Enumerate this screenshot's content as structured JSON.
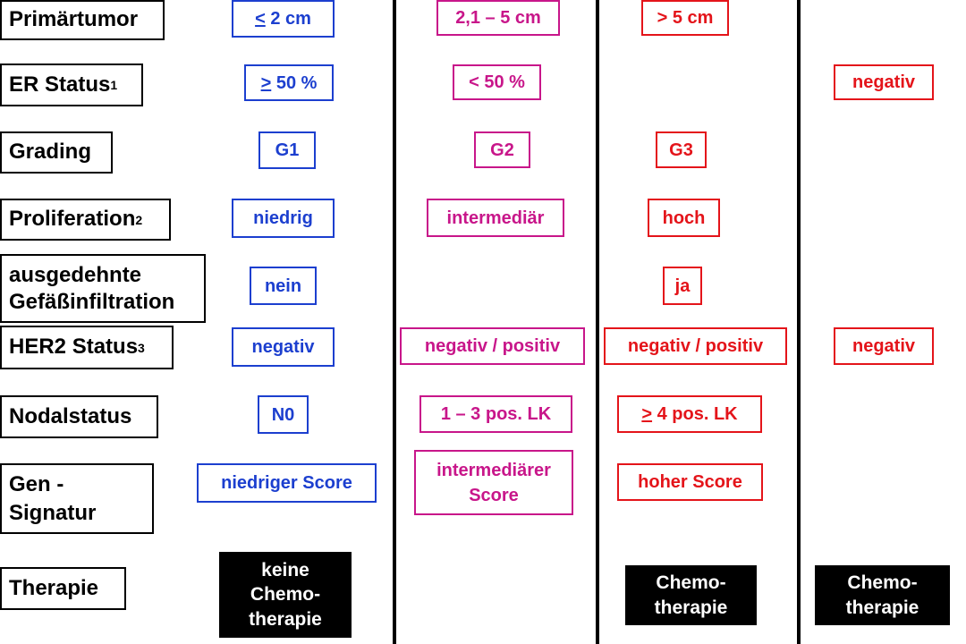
{
  "rows": {
    "primaertumor": {
      "label": "Primärtumor",
      "c1_sym": "<",
      "c1": " 2 cm",
      "c2": "2,1 – 5 cm",
      "c3": "> 5 cm"
    },
    "er": {
      "label": "ER Status",
      "label_sup": "1",
      "c1_sym": ">",
      "c1": " 50 %",
      "c2": "< 50 %",
      "c4": "negativ"
    },
    "grading": {
      "label": "Grading",
      "c1": "G1",
      "c2": "G2",
      "c3": "G3"
    },
    "proliferation": {
      "label": "Proliferation",
      "label_sup": "2",
      "c1": "niedrig",
      "c2": "intermediär",
      "c3": "hoch"
    },
    "gefaess": {
      "label_line1": "ausgedehnte",
      "label_line2": "Gefäßinfiltration",
      "c1": "nein",
      "c3": "ja"
    },
    "her2": {
      "label": "HER2 Status",
      "label_sup": "3",
      "c1": "negativ",
      "c2": "negativ / positiv",
      "c3": "negativ / positiv",
      "c4": "negativ"
    },
    "nodal": {
      "label": "Nodalstatus",
      "c1": "N0",
      "c2": "1 – 3 pos. LK",
      "c3_sym": ">",
      "c3": " 4 pos. LK"
    },
    "gen": {
      "label_line1": "Gen -",
      "label_line2": "Signatur",
      "c1": "niedriger Score",
      "c2_line1": "intermediärer",
      "c2_line2": "Score",
      "c3": "hoher Score"
    },
    "therapie": {
      "label": "Therapie",
      "c1_line1": "keine",
      "c1_line2": "Chemo-",
      "c1_line3": "therapie",
      "c3_line1": "Chemo-",
      "c3_line2": "therapie",
      "c4_line1": "Chemo-",
      "c4_line2": "therapie"
    }
  },
  "colors": {
    "low": "#1c3fcf",
    "intermediate": "#c8168a",
    "high": "#e4141a",
    "therapy_bg": "#000000"
  }
}
